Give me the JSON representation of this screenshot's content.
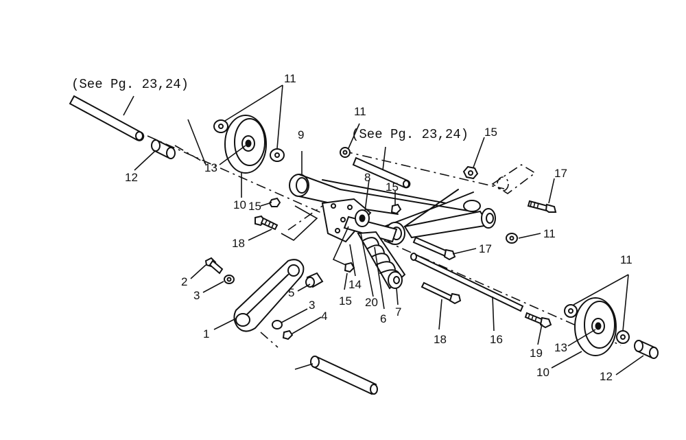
{
  "references": {
    "top_left": "(See Pg. 23,24)",
    "top_center": "(See Pg. 23,24)"
  },
  "callouts": {
    "c1": "1",
    "c2": "2",
    "c3a": "3",
    "c3b": "3",
    "c4": "4",
    "c5": "5",
    "c6": "6",
    "c7": "7",
    "c8": "8",
    "c9": "9",
    "c10a": "10",
    "c10b": "10",
    "c11a": "11",
    "c11b": "11",
    "c11c": "11",
    "c11d": "11",
    "c12a": "12",
    "c12b": "12",
    "c13a": "13",
    "c13b": "13",
    "c14": "14",
    "c15a": "15",
    "c15b": "15",
    "c15c": "15",
    "c15d": "15",
    "c16": "16",
    "c17a": "17",
    "c17b": "17",
    "c18a": "18",
    "c18b": "18",
    "c19": "19",
    "c20": "20"
  }
}
